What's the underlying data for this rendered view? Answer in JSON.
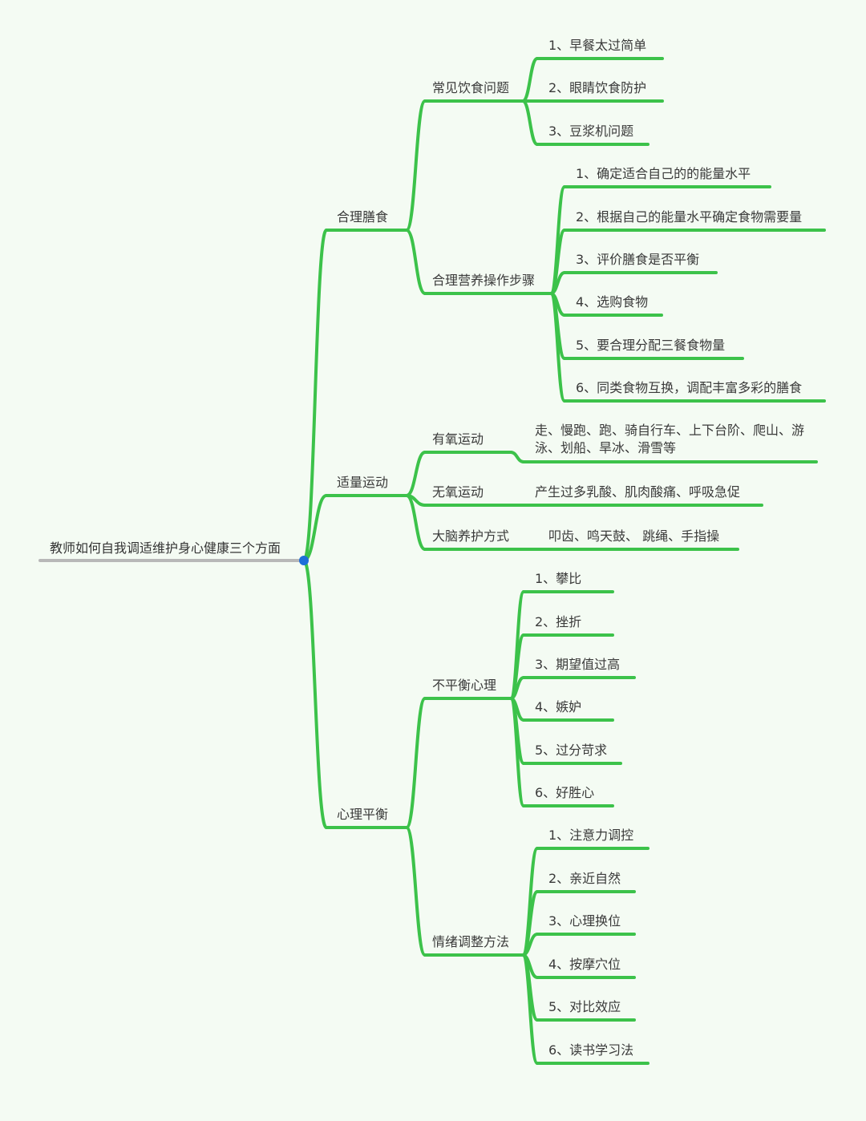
{
  "colors": {
    "branch": "#3cc24a",
    "root_line": "#b8b8b8",
    "root_dot": "#1e6fd9",
    "text": "#3a3a3a",
    "background": "#f4fbf3"
  },
  "root": {
    "label": "教师如何自我调适维护身心健康三个方面"
  },
  "branches": [
    {
      "label": "合理膳食",
      "children": [
        {
          "label": "常见饮食问题",
          "children": [
            "1、早餐太过简单",
            "2、眼睛饮食防护",
            "3、豆浆机问题"
          ]
        },
        {
          "label": "合理营养操作步骤",
          "children": [
            "1、确定适合自己的的能量水平",
            "2、根据自己的能量水平确定食物需要量",
            "3、评价膳食是否平衡",
            "4、选购食物",
            "5、要合理分配三餐食物量",
            "6、同类食物互换，调配丰富多彩的膳食"
          ]
        }
      ]
    },
    {
      "label": "适量运动",
      "children": [
        {
          "label": "有氧运动",
          "children": [
            "走、慢跑、跑、骑自行车、上下台阶、爬山、游泳、划船、旱冰、滑雪等"
          ]
        },
        {
          "label": "无氧运动",
          "children": [
            "产生过多乳酸、肌肉酸痛、呼吸急促"
          ]
        },
        {
          "label": "大脑养护方式",
          "children": [
            "叩齿、鸣天鼓、 跳绳、手指操"
          ]
        }
      ]
    },
    {
      "label": "心理平衡",
      "children": [
        {
          "label": "不平衡心理",
          "children": [
            "1、攀比",
            "2、挫折",
            "3、期望值过高",
            "4、嫉妒",
            "5、过分苛求",
            "6、好胜心"
          ]
        },
        {
          "label": "情绪调整方法",
          "children": [
            "1、注意力调控",
            "2、亲近自然",
            "3、心理换位",
            "4、按摩穴位",
            "5、对比效应",
            "6、读书学习法"
          ]
        }
      ]
    }
  ]
}
